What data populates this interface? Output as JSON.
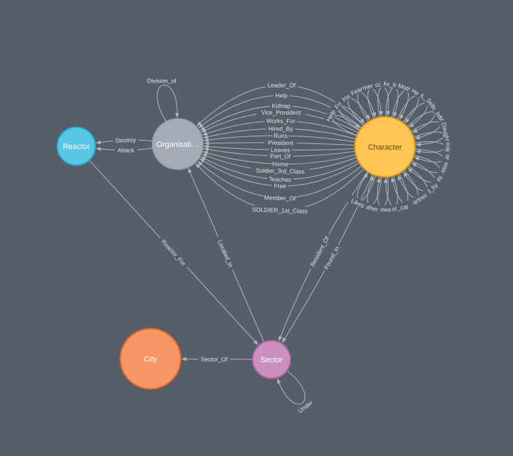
{
  "colors": {
    "background": "#565e6a",
    "edge": "#b4b8be",
    "edge_label": "#e2e4e7"
  },
  "nodes": [
    {
      "id": "reactor",
      "label": "Reactor",
      "fill": "#57c7e3",
      "stroke": "#23b3d7",
      "text": "#ffffff"
    },
    {
      "id": "organisation",
      "label": "Organisati…",
      "fill": "#a5abb6",
      "stroke": "#9aa1ac",
      "text": "#ffffff"
    },
    {
      "id": "character",
      "label": "Character",
      "fill": "#ffc454",
      "stroke": "#d7a013",
      "text": "#604a0e"
    },
    {
      "id": "city",
      "label": "City",
      "fill": "#f79767",
      "stroke": "#f36924",
      "text": "#ffffff"
    },
    {
      "id": "sector",
      "label": "Sector",
      "fill": "#c990c0",
      "stroke": "#b261a5",
      "text": "#ffffff"
    }
  ],
  "edges": {
    "organisation_to_reactor": [
      "Attack",
      "Destroy"
    ],
    "organisation_self": [
      "Division_of"
    ],
    "character_to_organisation": [
      "SOLDIER_1st_Class",
      "Member_Of",
      "Free",
      "Teaches",
      "Soldier_3rd_Class",
      "Home",
      "Part_Of",
      "Leaves",
      "President",
      "Runs",
      "Hired_By",
      "Works_For",
      "Vice_President",
      "Kidnap",
      "Help",
      "Leader_Of"
    ],
    "character_self": [
      "Help",
      "Fri",
      "Has",
      "Fears",
      "mend",
      "cares",
      "ks_for_h",
      "Mother",
      "Helps",
      "Married",
      "Sells_items",
      "Mum",
      "Daughter",
      "Bro",
      "Has",
      "Mission",
      "Fights",
      "Hired_by",
      "Partner",
      "son",
      "ks_for_cat",
      "Knows",
      "Father",
      "Likes"
    ],
    "reactor_to_sector": [
      "Reactor_For"
    ],
    "organisation_to_sector": [
      "Located_in"
    ],
    "character_to_sector": [
      "Found_In",
      "Resident_Of"
    ],
    "sector_to_city": [
      "Sector_Of"
    ],
    "sector_self": [
      "Under"
    ]
  }
}
